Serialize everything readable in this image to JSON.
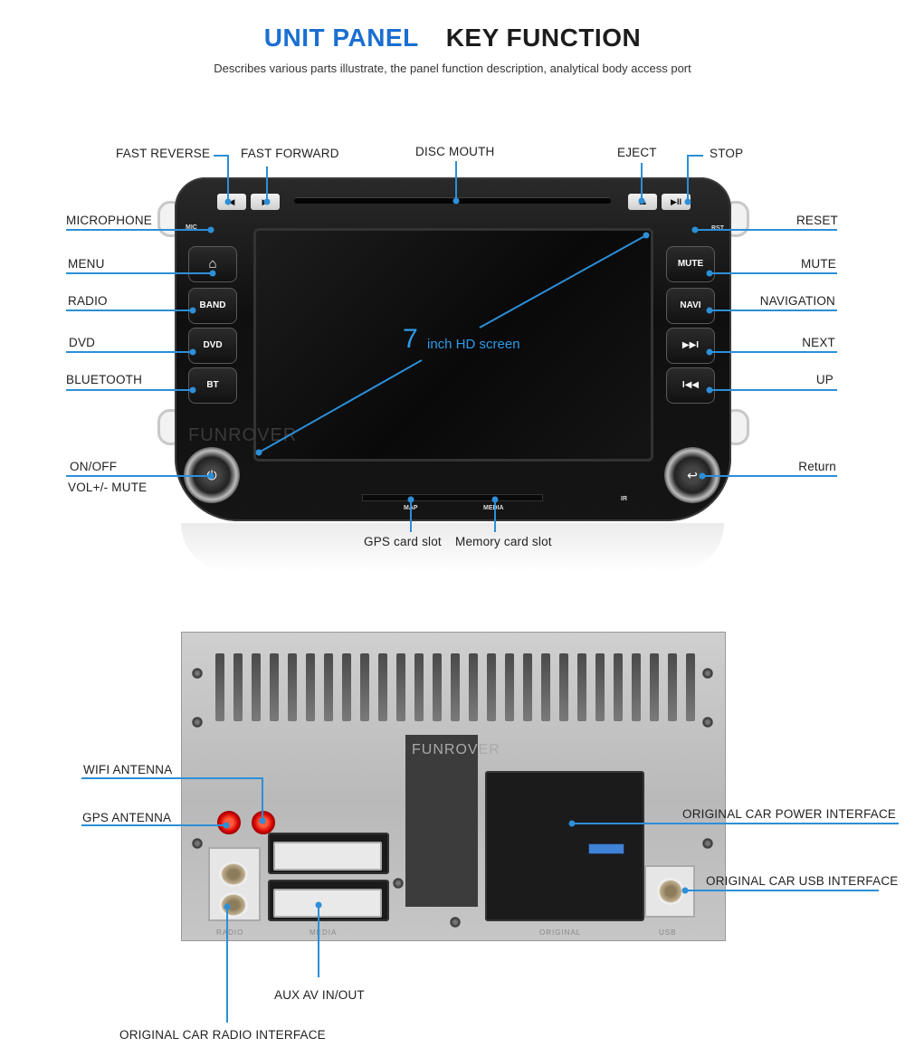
{
  "header": {
    "title_a": "UNIT PANEL",
    "title_b": "KEY FUNCTION",
    "subtitle": "Describes various parts illustrate, the panel function description, analytical body access port"
  },
  "front": {
    "labels": {
      "fast_reverse": "FAST REVERSE",
      "fast_forward": "FAST FORWARD",
      "disc_mouth": "DISC MOUTH",
      "eject": "EJECT",
      "stop": "STOP",
      "microphone": "MICROPHONE",
      "reset": "RESET",
      "menu": "MENU",
      "mute": "MUTE",
      "radio": "RADIO",
      "navigation": "NAVIGATION",
      "dvd": "DVD",
      "next": "NEXT",
      "bluetooth": "BLUETOOTH",
      "up": "UP",
      "on_off": "ON/OFF",
      "vol_mute": "VOL+/- MUTE",
      "return": "Return",
      "gps_slot": "GPS card slot",
      "memory_slot": "Memory card slot"
    },
    "screen_size": "7",
    "screen_text": "inch HD screen",
    "brand": "FUNROVER",
    "buttons": {
      "band": "BAND",
      "dvd": "DVD",
      "bt": "BT",
      "mute": "MUTE",
      "navi": "NAVI",
      "home_glyph": "⌂",
      "next_glyph": "▶▶I",
      "prev_glyph": "I◀◀",
      "rev_glyph": "◀",
      "fwd_glyph": "▶",
      "eject_glyph": "⏏",
      "playpause_glyph": "▶II",
      "power_glyph": "⏻",
      "return_glyph": "↩"
    },
    "tiny": {
      "mic": "MIC",
      "rst": "RST",
      "map": "MAP",
      "media": "MEDIA",
      "ir": "IR"
    }
  },
  "back": {
    "labels": {
      "wifi": "WIFI ANTENNA",
      "gps": "GPS ANTENNA",
      "power": "ORIGINAL CAR POWER INTERFACE",
      "usb": "ORIGINAL CAR USB INTERFACE",
      "aux": "AUX AV IN/OUT",
      "radio_if": "ORIGINAL CAR RADIO INTERFACE"
    },
    "etched": {
      "radio": "RADIO",
      "media": "MEDIA",
      "original": "ORIGINAL",
      "usb": "USB",
      "brand": "FUNROVER"
    }
  }
}
